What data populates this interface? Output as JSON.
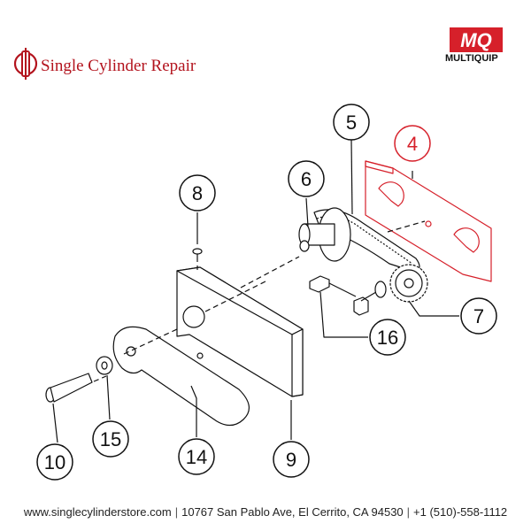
{
  "header": {
    "title": "Single Cylinder Repair",
    "logo_icon": "cylinder-logo-icon",
    "brand_mark": "MQ",
    "brand_name": "MULTIQUIP",
    "brand_color": "#d6202a"
  },
  "callouts": [
    {
      "id": "4",
      "label": "4",
      "highlighted": true
    },
    {
      "id": "5",
      "label": "5",
      "highlighted": false
    },
    {
      "id": "6",
      "label": "6",
      "highlighted": false
    },
    {
      "id": "7",
      "label": "7",
      "highlighted": false
    },
    {
      "id": "8",
      "label": "8",
      "highlighted": false
    },
    {
      "id": "9",
      "label": "9",
      "highlighted": false
    },
    {
      "id": "10",
      "label": "10",
      "highlighted": false
    },
    {
      "id": "14",
      "label": "14",
      "highlighted": false
    },
    {
      "id": "15",
      "label": "15",
      "highlighted": false
    },
    {
      "id": "16",
      "label": "16",
      "highlighted": false
    }
  ],
  "colors": {
    "highlight": "#d6202a",
    "line": "#111111",
    "title": "#b3131d"
  },
  "footer": {
    "website": "www.singlecylinderstore.com",
    "address": "10767 San Pablo Ave, El Cerrito, CA 94530",
    "phone": "+1 (510)-558-1112"
  }
}
